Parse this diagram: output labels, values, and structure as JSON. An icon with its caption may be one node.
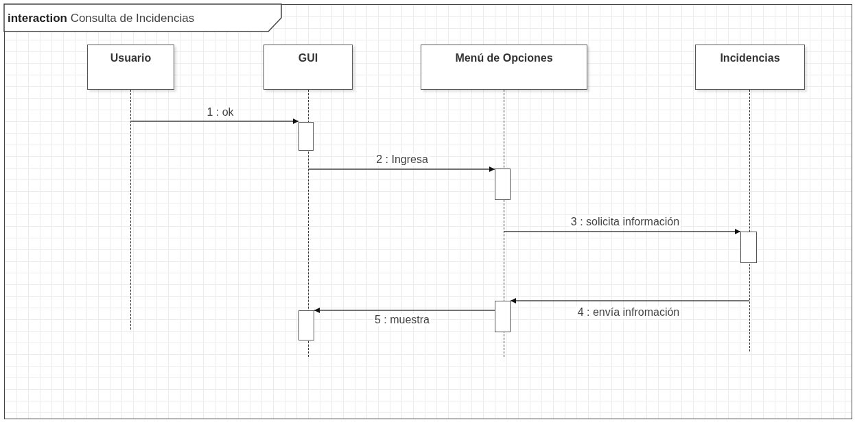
{
  "diagram": {
    "nodes": [
      {
        "text": [
          "**interaction** Consulta de Incidencias"
        ]
      },
      {
        "text": [
          "Usuario"
        ],
        "in": 0
      },
      {
        "text": [
          "GUI"
        ],
        "in": 0
      },
      {
        "text": [
          "Menú de Opciones"
        ],
        "in": 0
      },
      {
        "text": [
          "Incidencias"
        ],
        "in": 0
      },
      {
        "text": [],
        "shape": "line",
        "in": 0
      },
      {
        "text": [],
        "shape": "line",
        "in": 0
      },
      {
        "text": [],
        "shape": "line",
        "in": 0
      },
      {
        "text": [],
        "shape": "line",
        "in": 0
      },
      {
        "text": [],
        "shape": "bar",
        "in": 0
      },
      {
        "text": [],
        "shape": "bar",
        "in": 0
      },
      {
        "text": [],
        "shape": "bar",
        "in": 0
      },
      {
        "text": [],
        "shape": "bar",
        "in": 0
      },
      {
        "text": [],
        "shape": "bar",
        "in": 0
      }
    ],
    "edges": [
      {
        "from": 5,
        "to": 9,
        "arrow": "to",
        "label": "1 : ok"
      },
      {
        "from": 6,
        "to": 10,
        "arrow": "to",
        "label": "2 : Ingresa"
      },
      {
        "from": 7,
        "to": 11,
        "arrow": "to",
        "label": "3 : solicita información"
      },
      {
        "from": 8,
        "to": 12,
        "arrow": "to",
        "label": "4 : envía infromación"
      },
      {
        "from": 12,
        "to": 13,
        "arrow": "to",
        "label": "5 : muestra"
      }
    ]
  }
}
